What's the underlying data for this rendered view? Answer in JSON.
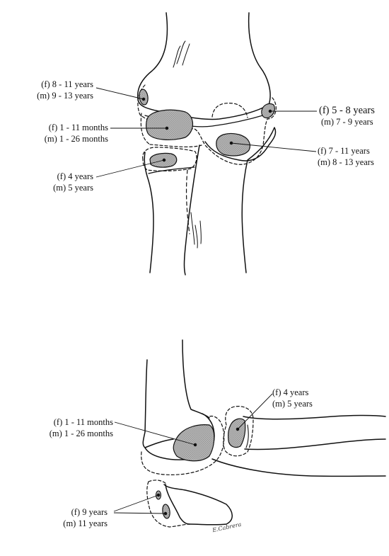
{
  "labels": {
    "a_f": "(f) 8 - 11 years",
    "a_m": "(m) 9 - 13 years",
    "b_f": "(f) 1 - 11 months",
    "b_m": "(m) 1 - 26 months",
    "c_f": "(f) 4 years",
    "c_m": "(m) 5 years",
    "d_f": "(f) 5 - 8 years",
    "d_m": "(m) 7 - 9 years",
    "e_f": "(f) 7 - 11 years",
    "e_m": "(m) 8 - 13 years",
    "g_f": "(f) 1 - 11 months",
    "g_m": "(m)  1 - 26 months",
    "h_f": "(f) 4 years",
    "h_m": "(m) 5 years",
    "i_f": "(f) 9 years",
    "i_m": "(m) 11 years"
  },
  "signature": "E.Cabrera",
  "colors": {
    "ink": "#111111",
    "ossification_fill": "#a8a8a8"
  }
}
